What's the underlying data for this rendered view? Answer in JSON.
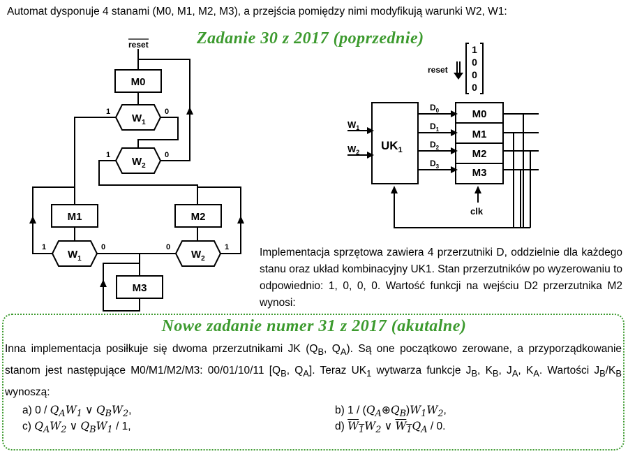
{
  "intro": "Automat dysponuje 4  stanami (M0, M1, M2, M3), a przejścia pomiędzy nimi modyfikują warunki W2, W1:",
  "heading_old": "Zadanie 30 z 2017 (poprzednie)",
  "heading_new": "Nowe zadanie numer 31 z 2017 (akutalne)",
  "flowchart": {
    "reset_label": "reset",
    "states": [
      "M0",
      "M1",
      "M2",
      "M3"
    ],
    "cond_w1": "W",
    "cond_w2": "W",
    "sub1": "1",
    "sub2": "2",
    "one": "1",
    "zero": "0"
  },
  "circuit": {
    "reset_label": "reset",
    "reset_vector": [
      "1",
      "0",
      "0",
      "0"
    ],
    "inputs": [
      "W",
      "W"
    ],
    "input_subs": [
      "1",
      "2"
    ],
    "block_label": "UK",
    "block_sub": "1",
    "d_lines": [
      "D",
      "D",
      "D",
      "D"
    ],
    "d_subs": [
      "0",
      "1",
      "2",
      "3"
    ],
    "flipflops": [
      "M0",
      "M1",
      "M2",
      "M3"
    ],
    "clock_label": "clk"
  },
  "description": "Implementacja sprzętowa zawiera 4 przerzutniki D, oddzielnie dla każdego stanu oraz układ kombinacyjny UK1. Stan przerzutników po wyzerowaniu to odpowiednio: 1, 0, 0, 0. Wartość funkcji na wejściu D2 przerzutnika M2 wynosi:",
  "task": {
    "p1": "Inna implementacja posiłkuje się dwoma przerzutnikami JK (Q",
    "p1_subB": "B",
    "p1_sep": ", Q",
    "p1_subA": "A",
    "p1_end": "). Są one początkowo zerowane, a przyporządkowanie stanom jest następujące M0/M1/M2/M3: 00/01/10/11 [Q",
    "p2_subB": "B",
    "p2_sep": ", Q",
    "p2_subA": "A",
    "p2_end": "]. Teraz UK",
    "p2_sub1": "1",
    "p2_rest": " wytwarza funkcje J",
    "p2_subB2": "B",
    "p3_a": ", K",
    "p3_subB": "B",
    "p3_b": ", J",
    "p3_subA": "A",
    "p3_c": ", K",
    "p3_subA2": "A",
    "p3_d": ". Wartości J",
    "p3_subB2": "B",
    "p3_e": "/K",
    "p3_subB3": "B",
    "p3_f": " wynoszą:"
  },
  "answers": {
    "a_label": "a) 0 / ",
    "a_expr": "Q",
    "c_label": "c) ",
    "b_label": "b) 1 / (",
    "d_label": "d) "
  }
}
